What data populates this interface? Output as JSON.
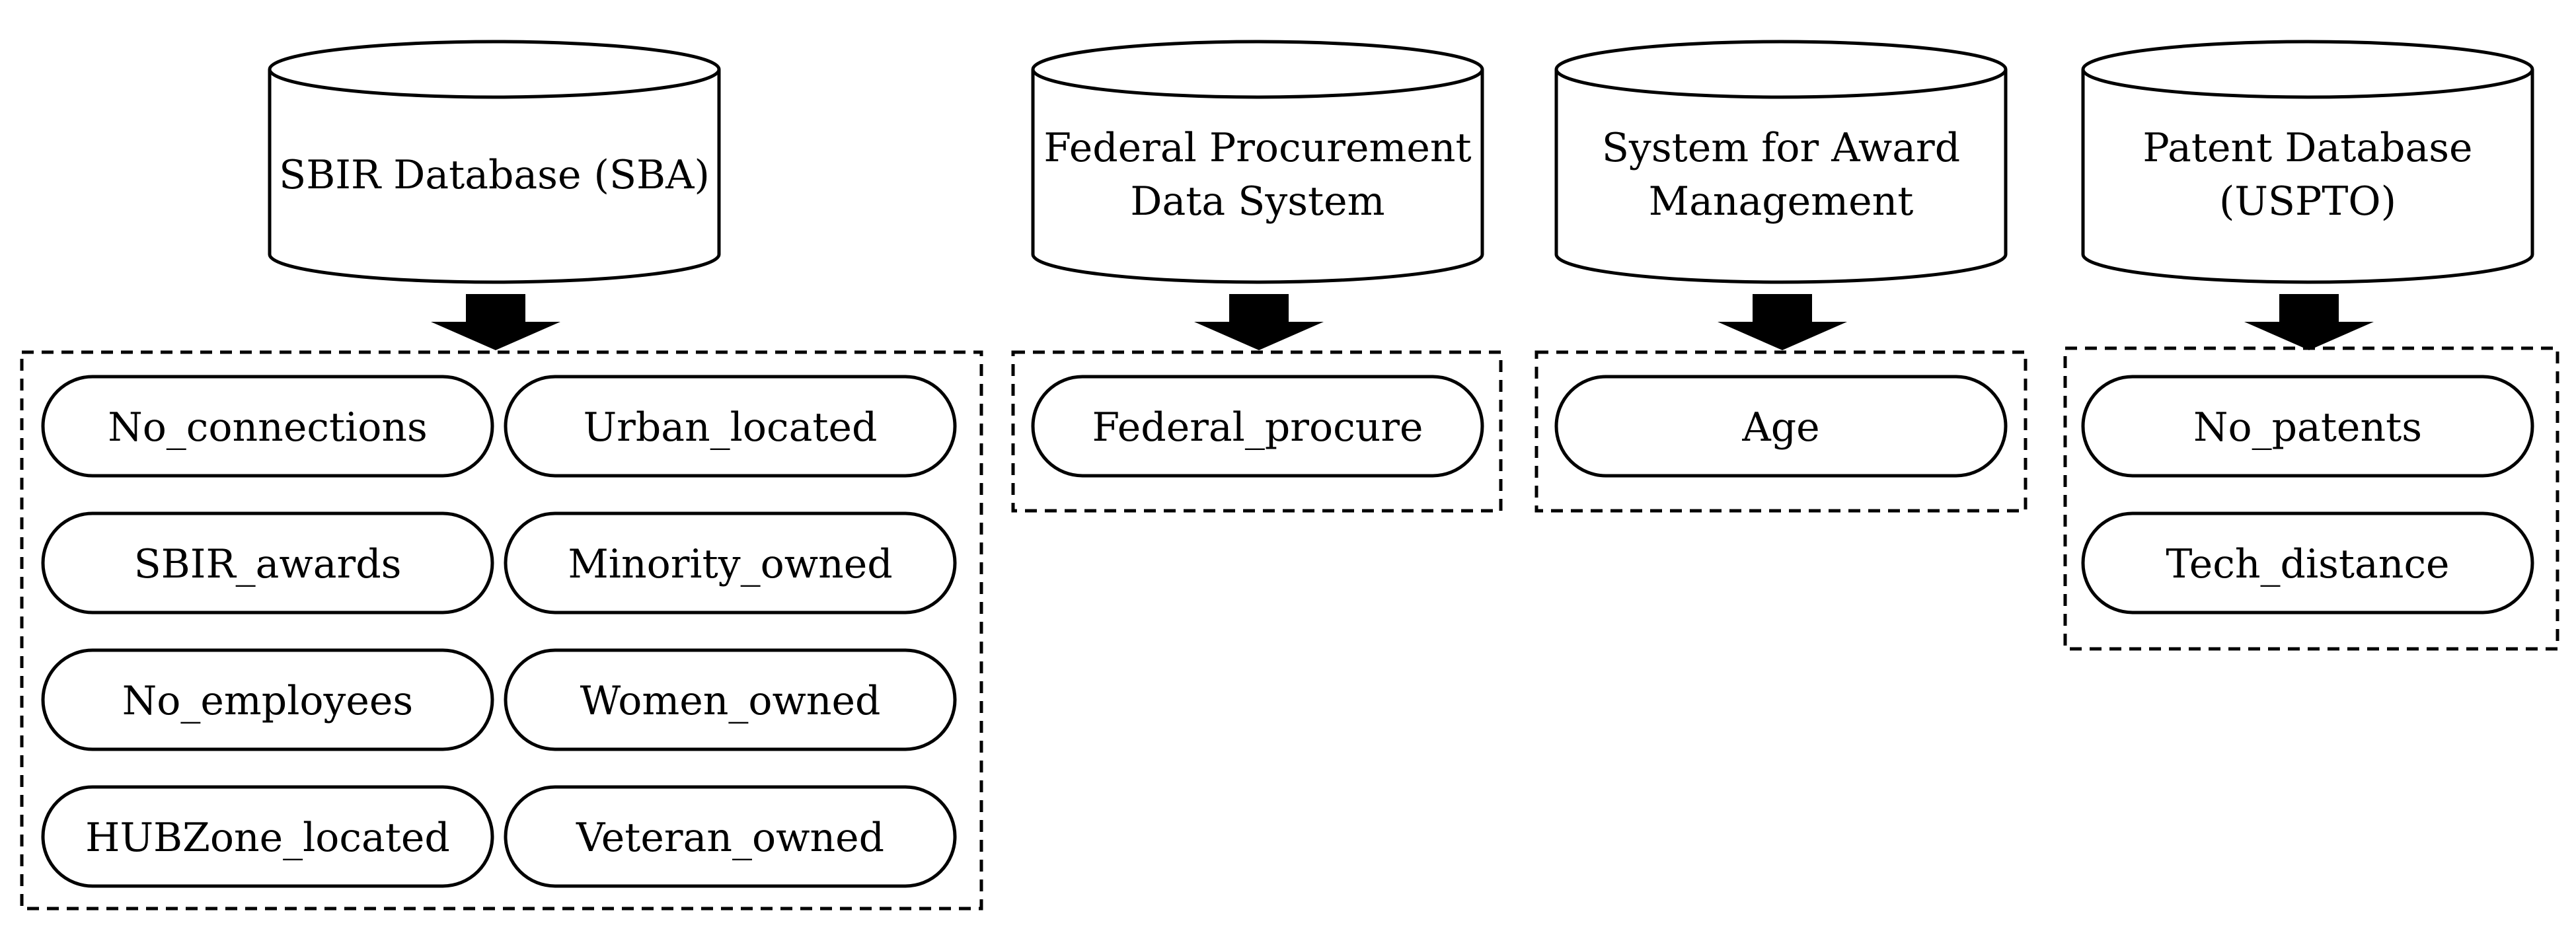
{
  "sources": [
    {
      "id": "sbir",
      "title_lines": [
        "SBIR Database (SBA)"
      ],
      "variables": [
        "No_connections",
        "Urban_located",
        "SBIR_awards",
        "Minority_owned",
        "No_employees",
        "Women_owned",
        "HUBZone_located",
        "Veteran_owned"
      ]
    },
    {
      "id": "fpds",
      "title_lines": [
        "Federal Procurement",
        "Data System"
      ],
      "variables": [
        "Federal_procure"
      ]
    },
    {
      "id": "sam",
      "title_lines": [
        "System for Award",
        "Management"
      ],
      "variables": [
        "Age"
      ]
    },
    {
      "id": "uspto",
      "title_lines": [
        "Patent Database",
        "(USPTO)"
      ],
      "variables": [
        "No_patents",
        "Tech_distance"
      ]
    }
  ],
  "colors": {
    "stroke": "#000000",
    "fill": "#ffffff"
  }
}
